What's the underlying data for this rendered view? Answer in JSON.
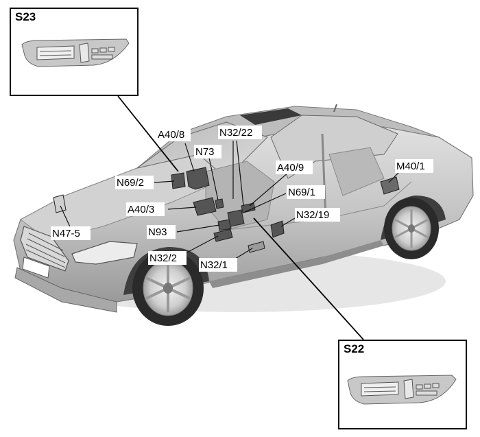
{
  "insets": {
    "top": {
      "title": "S23"
    },
    "bottom": {
      "title": "S22"
    }
  },
  "labels": {
    "a40_8": "A40/8",
    "n32_22": "N32/22",
    "n73": "N73",
    "n69_2": "N69/2",
    "a40_9": "A40/9",
    "m40_1": "M40/1",
    "n69_1": "N69/1",
    "a40_3": "A40/3",
    "n32_19": "N32/19",
    "n47_5": "N47-5",
    "n93": "N93",
    "n32_2": "N32/2",
    "n32_1": "N32/1"
  },
  "colors": {
    "car_body": "#c9c9c9",
    "car_dark": "#8a8a8a",
    "component": "#555555",
    "line": "#111111"
  }
}
